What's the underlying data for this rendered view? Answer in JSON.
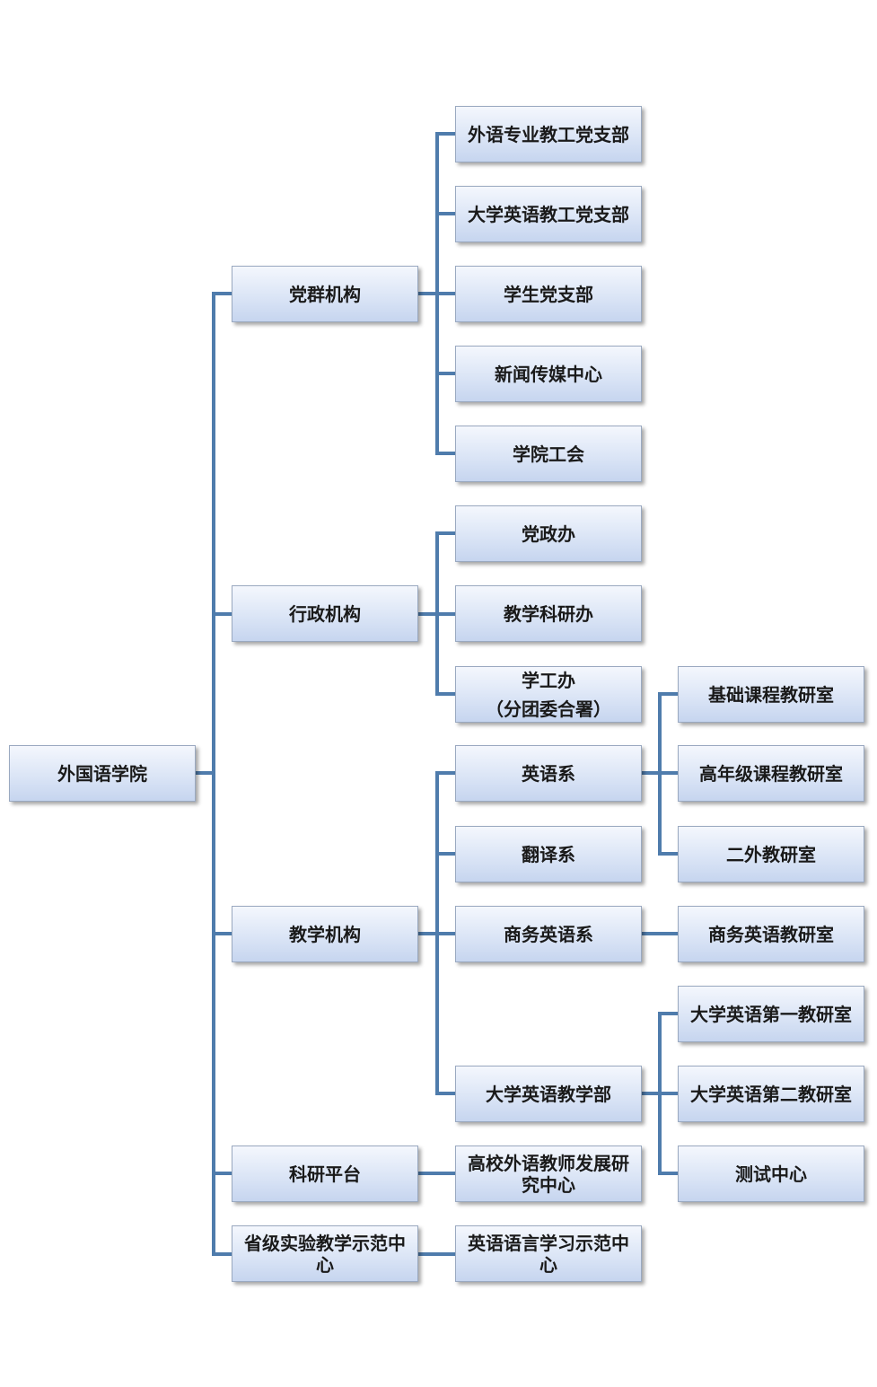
{
  "root": {
    "label": "外国语学院"
  },
  "groups": [
    {
      "label": "党群机构"
    },
    {
      "label": "行政机构"
    },
    {
      "label": "教学机构"
    },
    {
      "label": "科研平台"
    },
    {
      "label": "省级实验教学示范中心"
    }
  ],
  "party_units": [
    {
      "label": "外语专业教工党支部"
    },
    {
      "label": "大学英语教工党支部"
    },
    {
      "label": "学生党支部"
    },
    {
      "label": "新闻传媒中心"
    },
    {
      "label": "学院工会"
    }
  ],
  "admin_units": [
    {
      "label": "党政办"
    },
    {
      "label": "教学科研办"
    },
    {
      "label": "学工办",
      "sublabel": "（分团委合署）"
    }
  ],
  "teaching_units": [
    {
      "label": "英语系"
    },
    {
      "label": "翻译系"
    },
    {
      "label": "商务英语系"
    },
    {
      "label": "大学英语教学部"
    }
  ],
  "research_units": [
    {
      "label": "高校外语教师发展研究中心"
    }
  ],
  "demo_units": [
    {
      "label": "英语语言学习示范中心"
    }
  ],
  "english_dept_offices": [
    {
      "label": "基础课程教研室"
    },
    {
      "label": "高年级课程教研室"
    },
    {
      "label": "二外教研室"
    }
  ],
  "business_dept_offices": [
    {
      "label": "商务英语教研室"
    }
  ],
  "college_english_offices": [
    {
      "label": "大学英语第一教研室"
    },
    {
      "label": "大学英语第二教研室"
    },
    {
      "label": "测试中心"
    }
  ],
  "colors": {
    "connector": "#4f7cac",
    "box_border": "#9aa9c0",
    "box_fill_top": "#f4f7fd",
    "box_fill_bottom": "#c6d5ef"
  }
}
